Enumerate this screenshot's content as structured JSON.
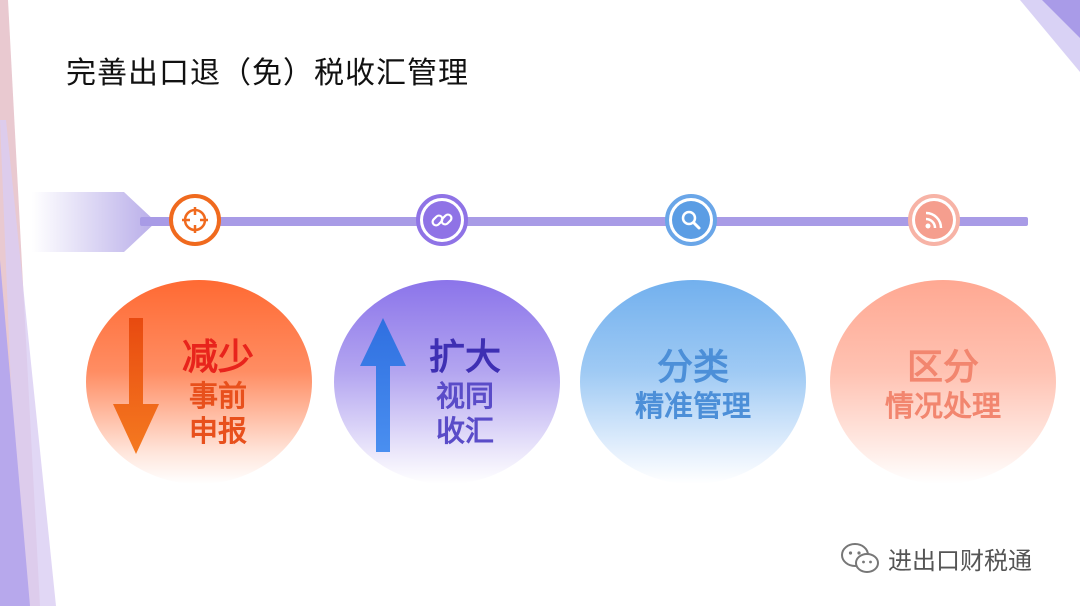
{
  "title": "完善出口退（免）税收汇管理",
  "timeline": {
    "nodes": [
      {
        "icon": "crosshair-icon",
        "color": "#f06a1e"
      },
      {
        "icon": "link-icon",
        "color": "#8f73e6"
      },
      {
        "icon": "search-icon",
        "color": "#5b9de4"
      },
      {
        "icon": "rss-icon",
        "color": "#f59e8e"
      }
    ]
  },
  "cards": [
    {
      "heading": "减少",
      "line1": "事前",
      "line2": "申报",
      "heading_color": "#e8241c",
      "text_color": "#e8501c",
      "arrow": "down-arrow-icon"
    },
    {
      "heading": "扩大",
      "line1": "视同",
      "line2": "收汇",
      "heading_color": "#3e2fb3",
      "text_color": "#5a4cc8",
      "arrow": "up-arrow-icon"
    },
    {
      "heading": "分类",
      "line1": "精准管理",
      "text_color": "#4c8fd8"
    },
    {
      "heading": "区分",
      "line1": "情况处理",
      "text_color": "#f2866f"
    }
  ],
  "watermark": {
    "icon": "wechat-icon",
    "text": "进出口财税通"
  }
}
